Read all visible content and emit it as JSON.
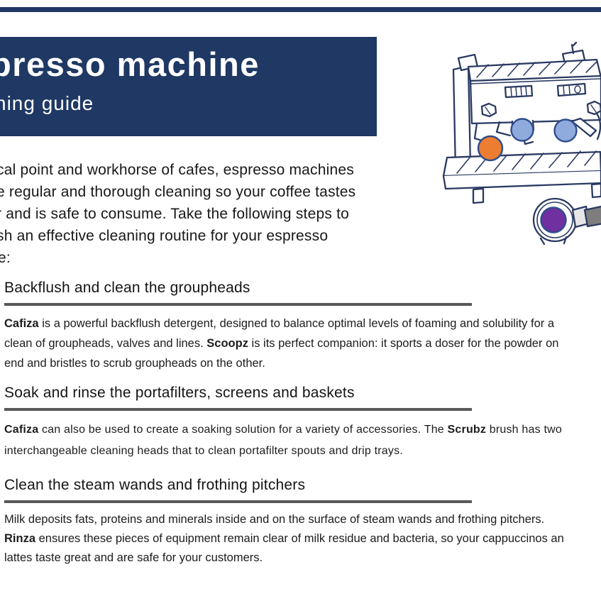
{
  "header": {
    "title": "presso machine",
    "subtitle": "ning guide"
  },
  "intro": {
    "lines": [
      "cal point and workhorse of cafes, espresso machines",
      "e regular and thorough cleaning so your coffee tastes",
      "r and is safe to consume. Take the following steps to",
      "sh an effective cleaning routine for your espresso",
      "e:"
    ]
  },
  "sections": [
    {
      "heading": "Backflush and clean the groupheads",
      "lines": [
        [
          {
            "t": "Cafiza",
            "b": true
          },
          {
            "t": " is a powerful backflush detergent, designed to balance optimal levels of foaming and solubility for a"
          }
        ],
        [
          {
            "t": "clean of groupheads, valves and lines. "
          },
          {
            "t": "Scoopz",
            "b": true
          },
          {
            "t": " is its perfect companion: it sports a doser for the powder on"
          }
        ],
        [
          {
            "t": "end and bristles to scrub groupheads on the other."
          }
        ]
      ]
    },
    {
      "heading": "Soak and rinse the portafilters, screens and baskets",
      "lines": [
        [
          {
            "t": "Cafiza",
            "b": true
          },
          {
            "t": " can also be used to create a soaking solution for a variety of accessories. The "
          },
          {
            "t": "Scrubz",
            "b": true
          },
          {
            "t": " brush has two"
          }
        ],
        [
          {
            "t": "interchangeable cleaning heads that to clean portafilter spouts and drip trays."
          }
        ]
      ]
    },
    {
      "heading": "Clean the steam wands and frothing pitchers",
      "lines": [
        [
          {
            "t": "Milk deposits fats, proteins and minerals inside and on the surface of steam wands and frothing pitchers."
          }
        ],
        [
          {
            "t": "Rinza",
            "b": true
          },
          {
            "t": " ensures these pieces of equipment remain clear of milk residue and bacteria, so your cappuccinos an"
          }
        ],
        [
          {
            "t": "lattes taste great and are safe for your customers."
          }
        ]
      ]
    }
  ],
  "illustration": {
    "name": "hand-drawn espresso machine with portafilter",
    "dot_colors": [
      "#ed7d31",
      "#8faadc",
      "#8faadc",
      "#7030a0"
    ],
    "dot_stroke": "#2e4d8e",
    "ink": "#2b3a62",
    "handle_gray": "#7d7d7d"
  },
  "colors": {
    "navy": "#1f3864",
    "rule_gray": "#595959",
    "text": "#1c1c1c"
  }
}
